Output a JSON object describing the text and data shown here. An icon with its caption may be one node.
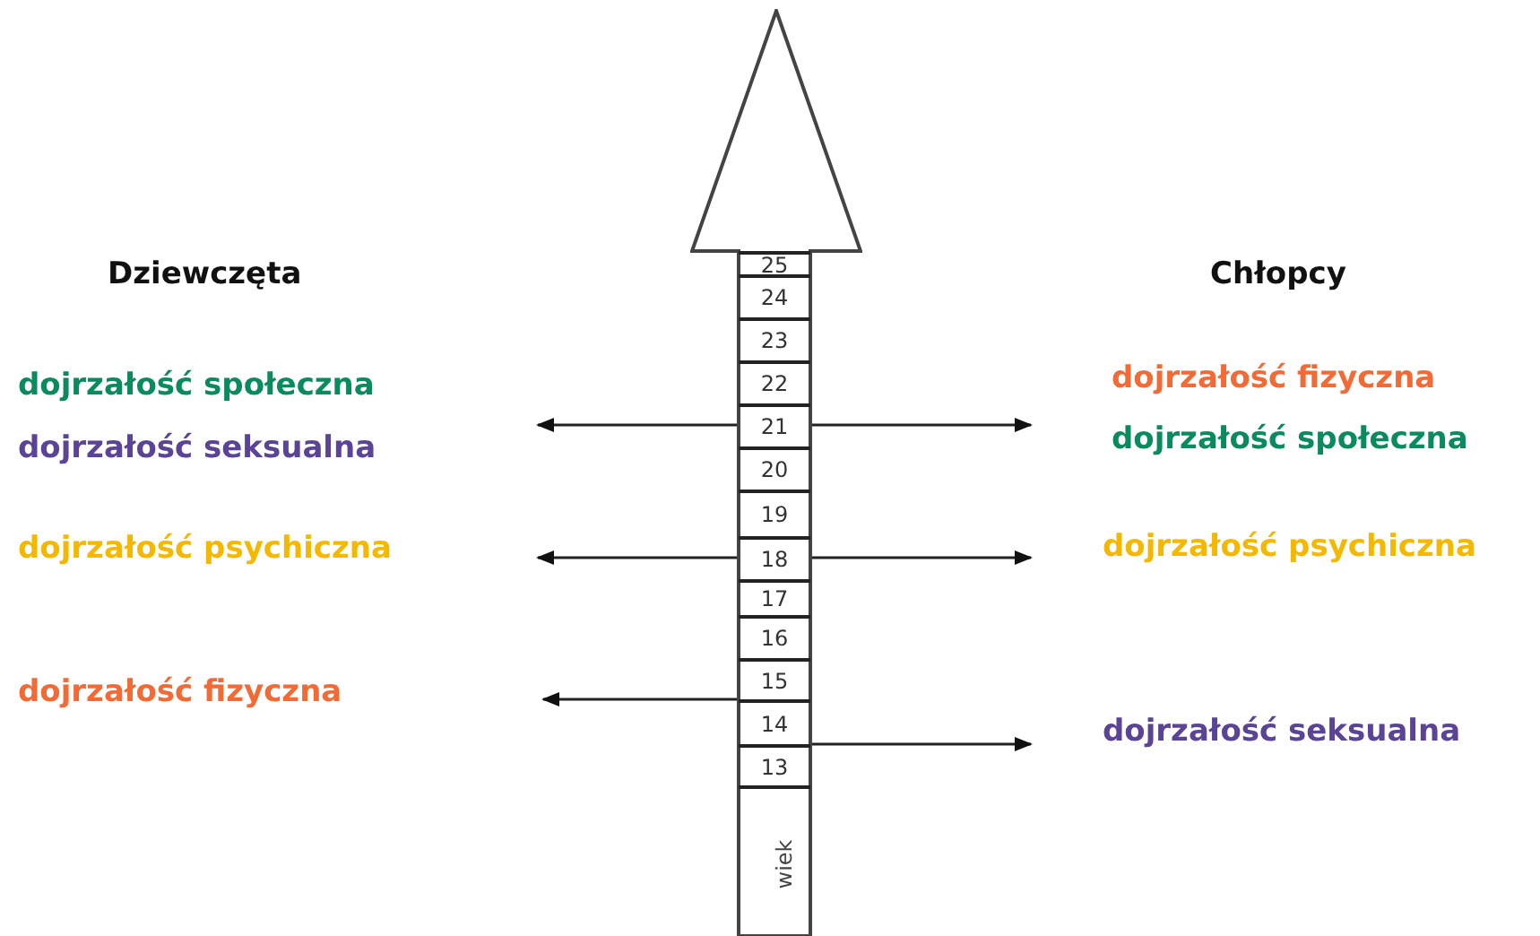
{
  "diagram": {
    "nodes": [
      {
        "text": [
          "wiek"
        ]
      },
      {
        "text": [
          "25"
        ],
        "in": 0
      },
      {
        "text": [
          "24"
        ],
        "in": 0
      },
      {
        "text": [
          "23"
        ],
        "in": 0
      },
      {
        "text": [
          "22"
        ],
        "in": 0
      },
      {
        "text": [
          "21"
        ],
        "in": 0
      },
      {
        "text": [
          "20"
        ],
        "in": 0
      },
      {
        "text": [
          "19"
        ],
        "in": 0
      },
      {
        "text": [
          "18"
        ],
        "in": 0
      },
      {
        "text": [
          "17"
        ],
        "in": 0
      },
      {
        "text": [
          "16"
        ],
        "in": 0
      },
      {
        "text": [
          "15"
        ],
        "in": 0
      },
      {
        "text": [
          "14"
        ],
        "in": 0
      },
      {
        "text": [
          "13"
        ],
        "in": 0
      }
    ],
    "edges": [
      {
        "from": 5,
        "to": null,
        "arrow": "to"
      },
      {
        "from": 5,
        "to": null,
        "arrow": "to"
      },
      {
        "from": 8,
        "to": null,
        "arrow": "to"
      },
      {
        "from": 8,
        "to": null,
        "arrow": "to"
      },
      {
        "from": 11,
        "to": null,
        "arrow": "to"
      },
      {
        "from": 12,
        "to": null,
        "arrow": "to"
      }
    ],
    "labels": [
      "Dziewczęta",
      "Chłopcy",
      "dojrzałość społeczna",
      "dojrzałość fizyczna",
      "dojrzałość seksualna",
      "dojrzałość społeczna",
      "dojrzałość psychiczna",
      "dojrzałość psychiczna",
      "dojrzałość fizyczna",
      "dojrzałość seksualna"
    ]
  }
}
